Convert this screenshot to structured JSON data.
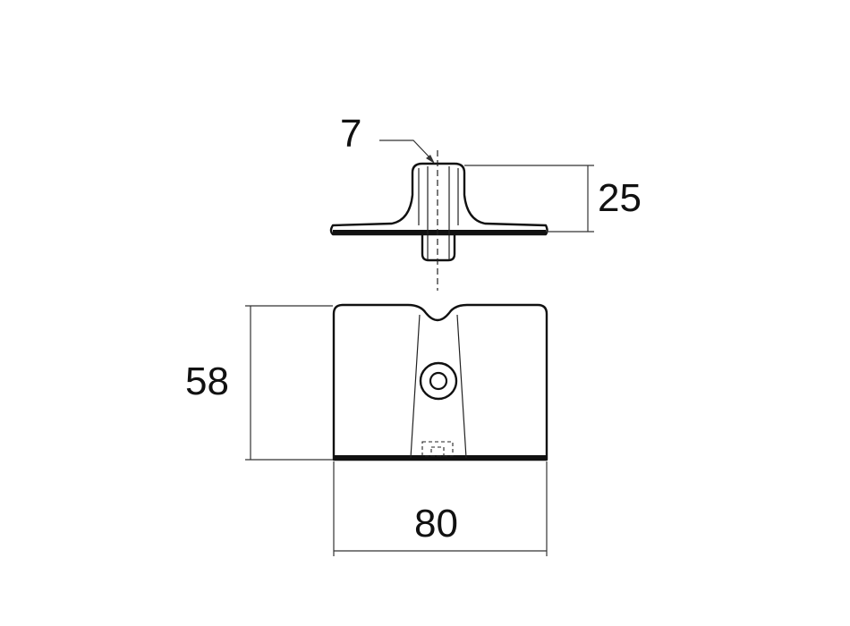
{
  "dimensions": {
    "bolt_diameter": "7",
    "side_height": "25",
    "block_height": "58",
    "block_width": "80"
  }
}
